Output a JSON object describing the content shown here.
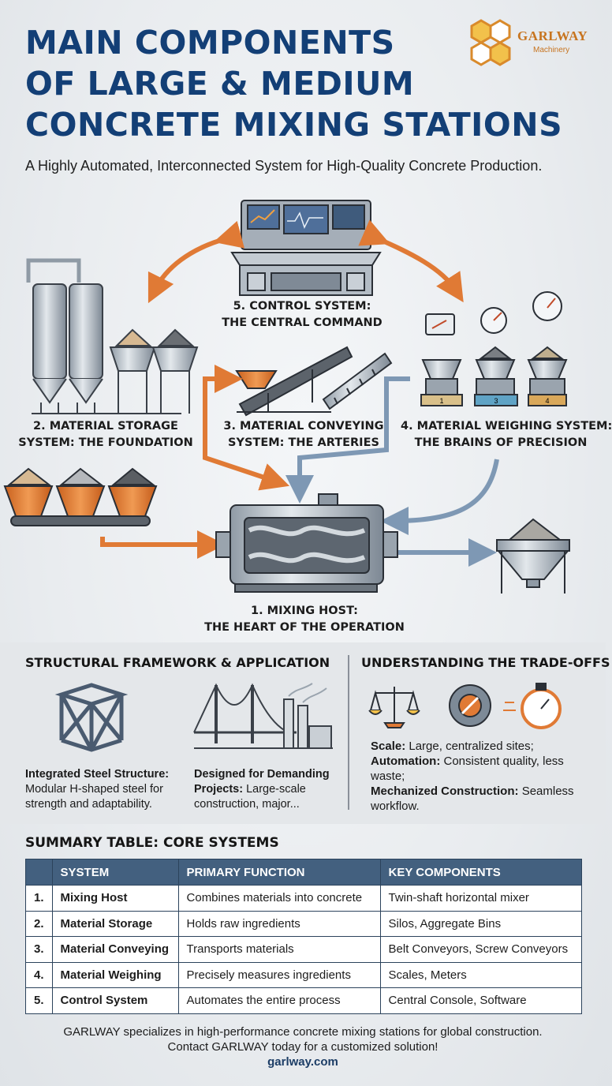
{
  "header": {
    "title_lines": [
      "MAIN COMPONENTS",
      "OF LARGE & MEDIUM",
      "CONCRETE MIXING STATIONS"
    ],
    "subtitle": "A Highly Automated, Interconnected System for High-Quality Concrete Production."
  },
  "logo": {
    "brand": "GARLWAY",
    "sub": "Machinery"
  },
  "diagram": {
    "control": {
      "line1": "5. CONTROL SYSTEM:",
      "line2": "THE CENTRAL COMMAND"
    },
    "storage": {
      "line1": "2. MATERIAL STORAGE",
      "line2": "SYSTEM: THE FOUNDATION"
    },
    "conveying": {
      "line1": "3. MATERIAL CONVEYING",
      "line2": "SYSTEM: THE ARTERIES"
    },
    "weighing": {
      "line1": "4. MATERIAL WEIGHING SYSTEM:",
      "line2": "THE BRAINS OF PRECISION"
    },
    "mixing": {
      "line1": "1. MIXING HOST:",
      "line2": "THE HEART OF THE OPERATION"
    },
    "hopper_labels": [
      "1",
      "3",
      "4"
    ]
  },
  "structural": {
    "heading": "STRUCTURAL FRAMEWORK & APPLICATION",
    "steel": {
      "bold": "Integrated Steel Structure:",
      "text": "Modular H-shaped steel for strength and adaptability."
    },
    "projects": {
      "bold": "Designed for Demanding Projects:",
      "text": "Large-scale construction, major..."
    }
  },
  "tradeoffs": {
    "heading": "UNDERSTANDING THE TRADE-OFFS",
    "items": [
      {
        "bold": "Scale:",
        "text": "Large, centralized sites;"
      },
      {
        "bold": "Automation:",
        "text": "Consistent quality, less waste;"
      },
      {
        "bold": "Mechanized Construction:",
        "text": "Seamless workflow."
      }
    ]
  },
  "table": {
    "heading": "SUMMARY TABLE: CORE SYSTEMS",
    "columns": [
      "",
      "SYSTEM",
      "PRIMARY FUNCTION",
      "KEY COMPONENTS"
    ],
    "rows": [
      [
        "1.",
        "Mixing Host",
        "Combines materials into concrete",
        "Twin-shaft horizontal mixer"
      ],
      [
        "2.",
        "Material Storage",
        "Holds raw ingredients",
        "Silos, Aggregate Bins"
      ],
      [
        "3.",
        "Material Conveying",
        "Transports materials",
        "Belt Conveyors, Screw Conveyors"
      ],
      [
        "4.",
        "Material Weighing",
        "Precisely measures ingredients",
        "Scales, Meters"
      ],
      [
        "5.",
        "Control System",
        "Automates the entire process",
        "Central Console, Software"
      ]
    ]
  },
  "footer": {
    "line1": "GARLWAY specializes in high-performance concrete mixing stations for global construction.",
    "line2": "Contact GARLWAY today for a customized solution!",
    "url": "garlway.com"
  },
  "colors": {
    "title": "#133f76",
    "arrow_orange": "#e07a35",
    "arrow_blue": "#7e98b4",
    "table_header": "#43607f"
  }
}
